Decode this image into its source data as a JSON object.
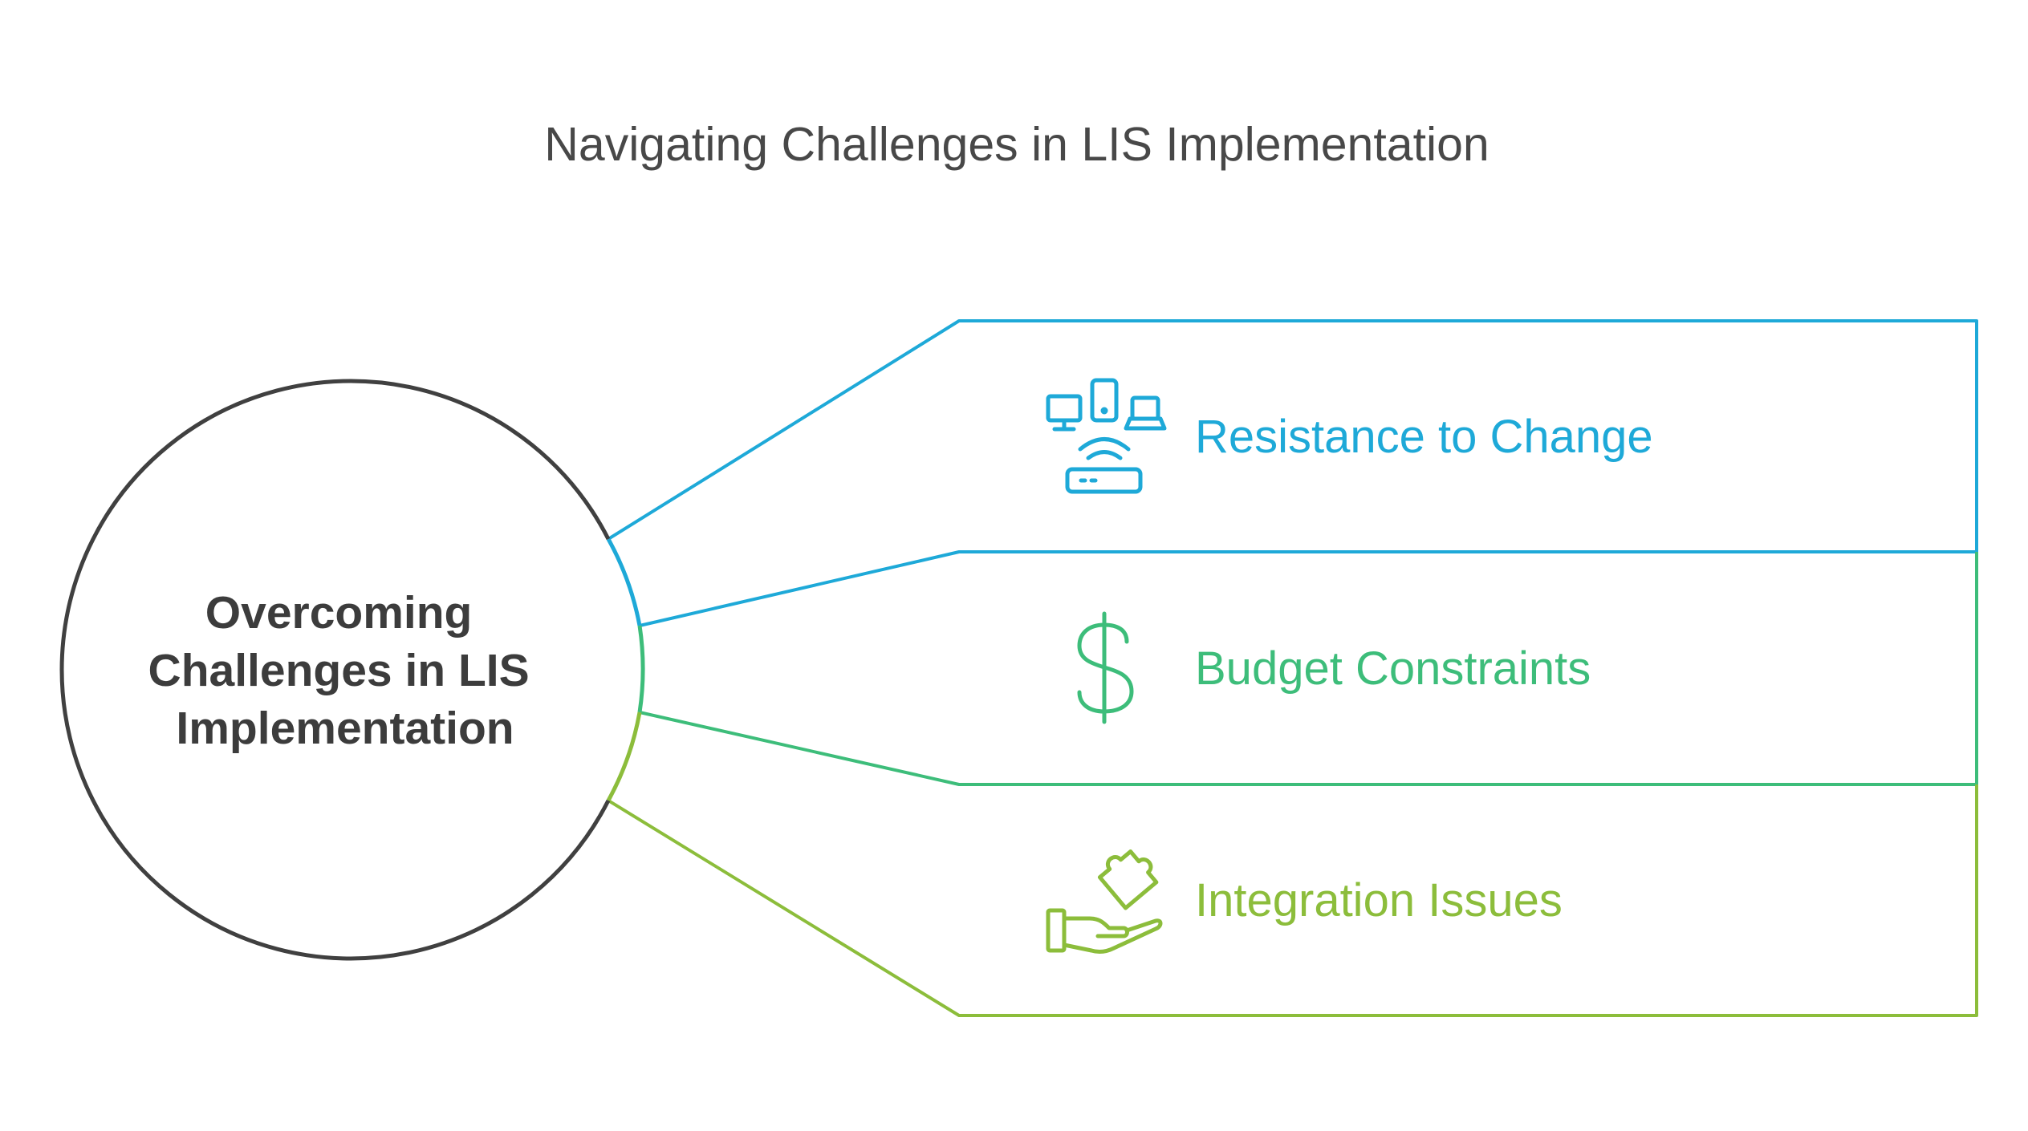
{
  "title": "Navigating Challenges in LIS Implementation",
  "center": {
    "lines": [
      "Overcoming",
      "Challenges in LIS",
      "Implementation"
    ]
  },
  "colors": {
    "circle": "#404040",
    "title": "#484848",
    "blue": "#1ea9d8",
    "green": "#3dbd7a",
    "lime": "#8cbd3b"
  },
  "items": [
    {
      "label": "Resistance to Change",
      "icon": "devices-router-icon",
      "color": "#1ea9d8"
    },
    {
      "label": "Budget Constraints",
      "icon": "dollar-icon",
      "color": "#3dbd7a"
    },
    {
      "label": "Integration Issues",
      "icon": "hand-puzzle-icon",
      "color": "#8cbd3b"
    }
  ]
}
